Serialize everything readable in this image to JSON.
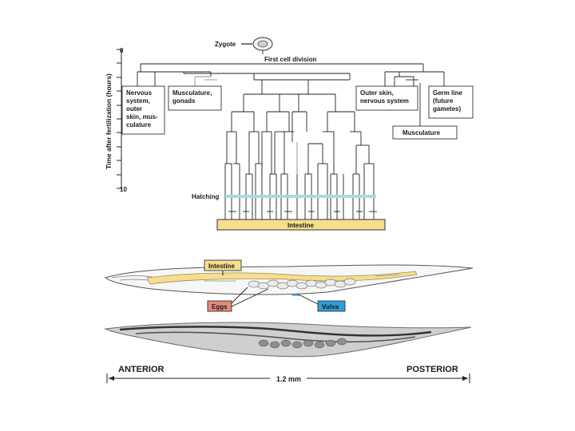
{
  "diagram": {
    "zygote_label": "Zygote",
    "first_division_label": "First cell division",
    "axis_title": "Time after fertilization (hours)",
    "axis_ticks": [
      "0",
      "10"
    ],
    "hatching_label": "Hatching",
    "intestine_bar_label": "Intestine",
    "lineages": {
      "nervous": [
        "Nervous",
        "system,",
        "outer",
        "skin, mus-",
        "culature"
      ],
      "muscle_gonads": [
        "Musculature,",
        "gonads"
      ],
      "outer_skin": [
        "Outer skin,",
        "nervous system"
      ],
      "germ_line": [
        "Germ line",
        "(future",
        "gametes)"
      ],
      "musculature": [
        "Musculature"
      ]
    },
    "worm_labels": {
      "intestine": "Intestine",
      "eggs": "Eggs",
      "vulva": "Vulva"
    },
    "orientation": {
      "anterior": "ANTERIOR",
      "posterior": "POSTERIOR",
      "scale": "1.2 mm"
    }
  },
  "colors": {
    "intestine_fill": "#f6de8e",
    "hatching_line": "#a8dbe0",
    "eggs_box": "#e58a78",
    "vulva_box": "#2f9ed8"
  }
}
